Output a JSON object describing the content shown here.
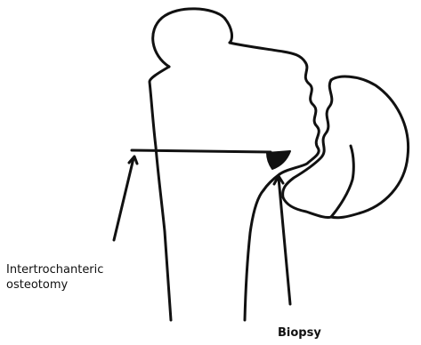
{
  "labels": {
    "osteotomy_line1": "Intertrochanteric",
    "osteotomy_line2": "osteotomy",
    "biopsy": "Biopsy"
  },
  "colors": {
    "ink": "#111111",
    "background": "#ffffff"
  }
}
